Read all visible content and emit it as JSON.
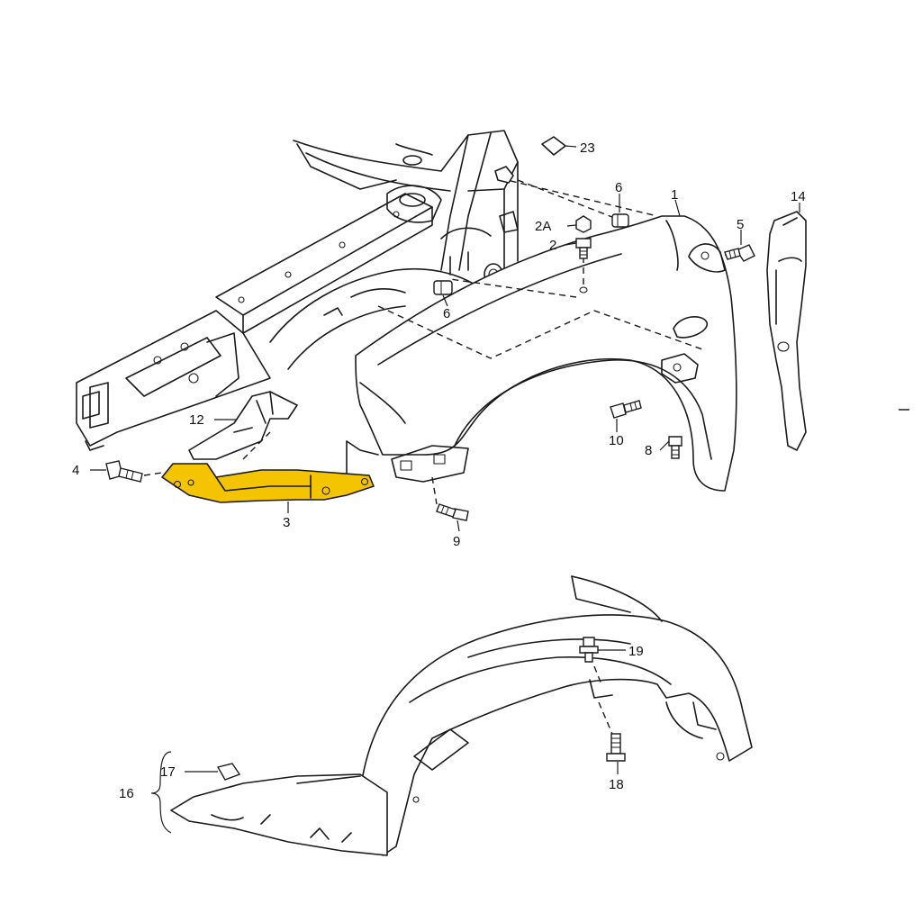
{
  "diagram": {
    "highlight_color": "#f5c400",
    "callouts": [
      {
        "id": "1",
        "label": "1"
      },
      {
        "id": "2",
        "label": "2"
      },
      {
        "id": "2a",
        "label": "2A"
      },
      {
        "id": "3",
        "label": "3"
      },
      {
        "id": "4",
        "label": "4"
      },
      {
        "id": "5",
        "label": "5"
      },
      {
        "id": "6a",
        "label": "6"
      },
      {
        "id": "6b",
        "label": "6"
      },
      {
        "id": "8",
        "label": "8"
      },
      {
        "id": "9",
        "label": "9"
      },
      {
        "id": "10",
        "label": "10"
      },
      {
        "id": "12",
        "label": "12"
      },
      {
        "id": "14",
        "label": "14"
      },
      {
        "id": "16",
        "label": "16"
      },
      {
        "id": "17",
        "label": "17"
      },
      {
        "id": "18",
        "label": "18"
      },
      {
        "id": "19",
        "label": "19"
      },
      {
        "id": "23",
        "label": "23"
      }
    ]
  }
}
